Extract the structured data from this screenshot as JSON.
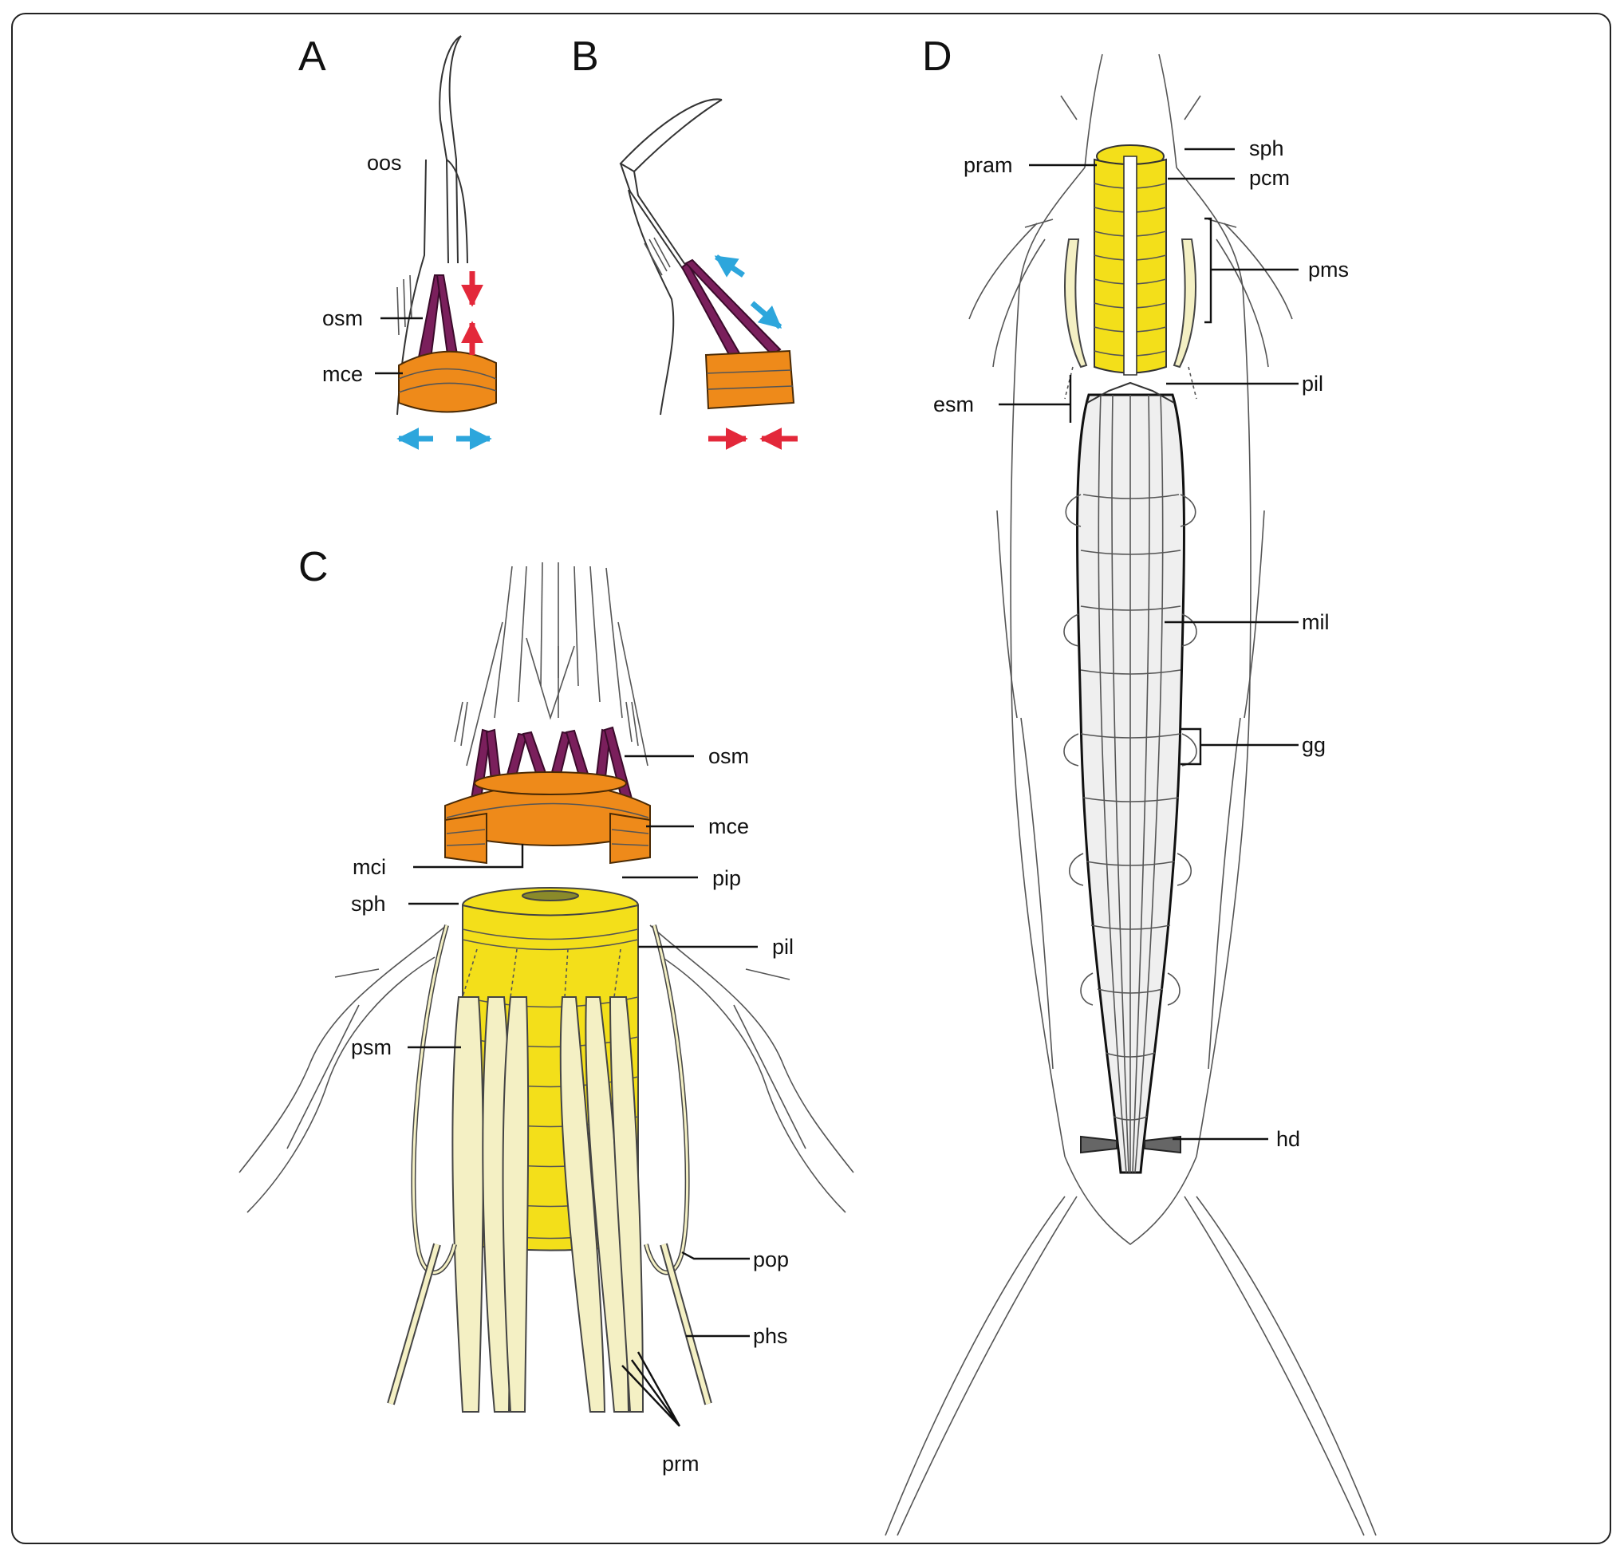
{
  "colors": {
    "muscle_osm": "#7a1f5c",
    "cuticle_mce": "#ee8a1a",
    "pharynx": "#f3df1a",
    "pharynx_muscle": "#f4f0c4",
    "midgut": "#efefef",
    "arrow_red": "#e3283a",
    "arrow_blue": "#2da6dc"
  },
  "panels": {
    "a": {
      "letter": "A",
      "labels": {
        "oos": "oos",
        "osm": "osm",
        "mce": "mce"
      }
    },
    "b": {
      "letter": "B"
    },
    "c": {
      "letter": "C",
      "labels": {
        "osm": "osm",
        "mce": "mce",
        "mci": "mci",
        "pip": "pip",
        "sph": "sph",
        "pil": "pil",
        "psm": "psm",
        "pop": "pop",
        "phs": "phs",
        "prm": "prm"
      }
    },
    "d": {
      "letter": "D",
      "labels": {
        "sph": "sph",
        "pram": "pram",
        "pcm": "pcm",
        "pms": "pms",
        "pil": "pil",
        "esm": "esm",
        "mil": "mil",
        "gg": "gg",
        "hd": "hd"
      }
    }
  }
}
